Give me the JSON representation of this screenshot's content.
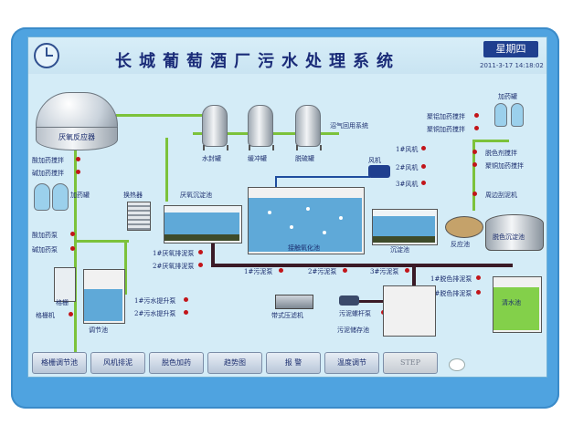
{
  "header": {
    "title": "长城葡萄酒厂污水处理系统",
    "weekday": "星期四",
    "datetime": "2011-3-17 14:18:02"
  },
  "equipment": {
    "anaerobic_reactor": "厌氧反应器",
    "water_seal_tank": "水封罐",
    "buffer_tank": "缓冲罐",
    "desulfur_tank": "脱硫罐",
    "biogas_system": "沼气回用系统",
    "heat_exchanger": "换热器",
    "anaerobic_clarifier": "厌氧沉淀池",
    "contact_oxidation": "接触氧化池",
    "sedimentation": "沉淀池",
    "reaction_tank": "反应池",
    "decolor_clarifier": "脱色沉淀池",
    "clear_water_tank": "清水池",
    "screen": "格栅",
    "regulating_tank": "调节池",
    "belt_press": "带式压滤机",
    "sludge_screw_pump": "污泥螺杆泵",
    "sludge_storage": "污泥储存池",
    "blower": "风机",
    "dosing_tank_left": "加药罐",
    "dosing_tank_right": "加药罐"
  },
  "devices": {
    "acid_mixer": "酸加药搅拌",
    "base_mixer": "碱加药搅拌",
    "acid_pump": "酸加药泵",
    "base_pump": "碱加药泵",
    "screen_machine": "格栅机",
    "lift_pump_1": "1#污水提升泵",
    "lift_pump_2": "2#污水提升泵",
    "anaerobic_sludge_pump_1": "1#厌氧排泥泵",
    "anaerobic_sludge_pump_2": "2#厌氧排泥泵",
    "sludge_pump_1": "1#污泥泵",
    "sludge_pump_2": "2#污泥泵",
    "sludge_pump_3": "3#污泥泵",
    "blower_1": "1#风机",
    "blower_2": "2#风机",
    "blower_3": "3#风机",
    "pac_mixer": "聚铝加药搅拌",
    "pam_mixer": "聚铜加药搅拌",
    "decolor_mixer": "脱色剂搅拌",
    "scraper": "周边刮泥机",
    "decolor_sludge_pump_1": "1#脱色排泥泵",
    "decolor_sludge_pump_2": "2#脱色排泥泵"
  },
  "nav": {
    "btn1": "格栅调节池",
    "btn2": "风机排泥",
    "btn3": "脱色加药",
    "btn4": "趋势图",
    "btn5": "报 警",
    "btn6": "温度调节",
    "btn7": "STEP"
  },
  "colors": {
    "frame": "#4fa3e0",
    "screen_bg": "#d4ecf7",
    "title_text": "#1a2b78",
    "indicator": "#c2151a",
    "process_water": "#7cc23b",
    "sludge_line": "#3a1a26"
  }
}
